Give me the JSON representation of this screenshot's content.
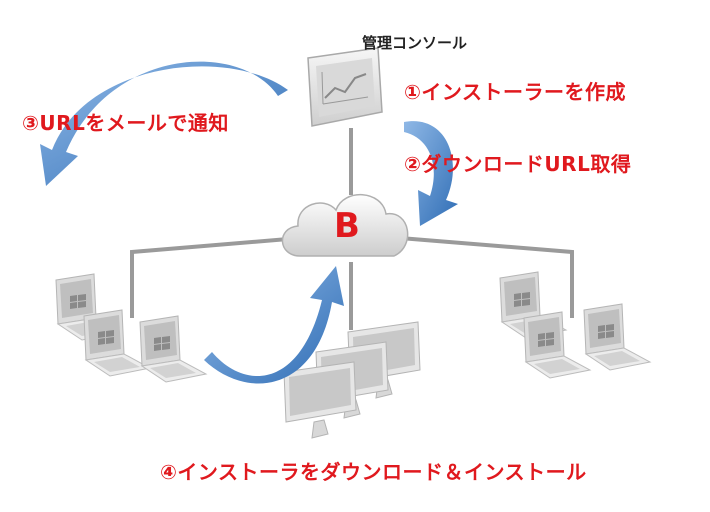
{
  "console_title": "管理コンソール",
  "steps": [
    {
      "label": "①インストーラーを作成"
    },
    {
      "label": "②ダウンロードURL取得"
    },
    {
      "label": "③URLをメールで通知"
    },
    {
      "label": "④インストーラをダウンロード＆インストール"
    }
  ],
  "cloud": {
    "letter": "B"
  },
  "colors": {
    "accent_red": "#e0191e",
    "arrow_blue": "#3a78c0",
    "line_gray": "#9a9a9a"
  }
}
